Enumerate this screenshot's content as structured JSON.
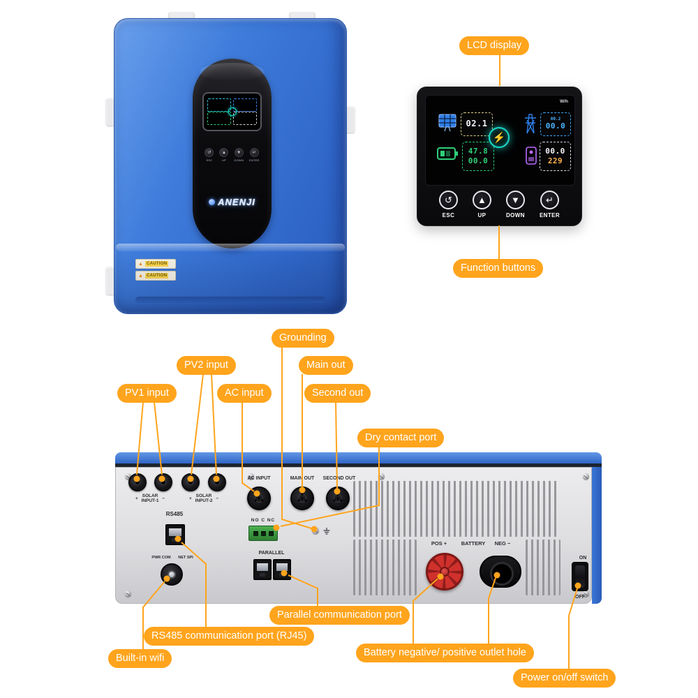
{
  "colors": {
    "accent": "#FFA41C"
  },
  "icons": {
    "bolt": "⚡",
    "warning": "▲"
  },
  "callouts": {
    "lcd_display": "LCD display",
    "function_buttons": "Function buttons",
    "grounding": "Grounding",
    "pv2_input": "PV2 input",
    "main_out": "Main out",
    "pv1_input": "PV1 input",
    "ac_input": "AC input",
    "second_out": "Second out",
    "dry_contact_port": "Dry contact port",
    "parallel_port": "Parallel communication port",
    "rs485_port": "RS485 communication port (RJ45)",
    "built_in_wifi": "Built-in wifi",
    "battery_outlet": "Battery negative/ positive outlet hole",
    "power_switch": "Power on/off switch"
  },
  "front": {
    "brand": "ANENJI",
    "caution": "CAUTION"
  },
  "lcd": {
    "units": "W/h",
    "readings": {
      "pv": "02.1",
      "grid_sub": "00.2",
      "grid_main": "00.0",
      "battery_top": "47.8",
      "battery_bottom": "00.0",
      "output_top": "00.0",
      "output_bottom": "229"
    },
    "buttons": [
      {
        "label": "ESC",
        "glyph": "↺"
      },
      {
        "label": "UP",
        "glyph": "▲"
      },
      {
        "label": "DOWN",
        "glyph": "▼"
      },
      {
        "label": "ENTER",
        "glyph": "↵"
      }
    ]
  },
  "back": {
    "solar1": {
      "plus": "+",
      "line1": "SOLAR",
      "line2": "INPUT-1",
      "minus": "−"
    },
    "solar2": {
      "plus": "+",
      "line1": "SOLAR",
      "line2": "INPUT-2",
      "minus": "−"
    },
    "rs485": "RS485",
    "ac_input": "AC INPUT",
    "main_out": "MAIN OUT",
    "second_out": "SECOND OUT",
    "no_c_nc": "NO C NC",
    "parallel": "PARALLEL",
    "pwr_com": "PWR COM",
    "net_spi": "NET SPI",
    "pos": "POS +",
    "battery": "BATTERY",
    "neg": "NEG −",
    "on": "ON",
    "off": "OFF"
  }
}
